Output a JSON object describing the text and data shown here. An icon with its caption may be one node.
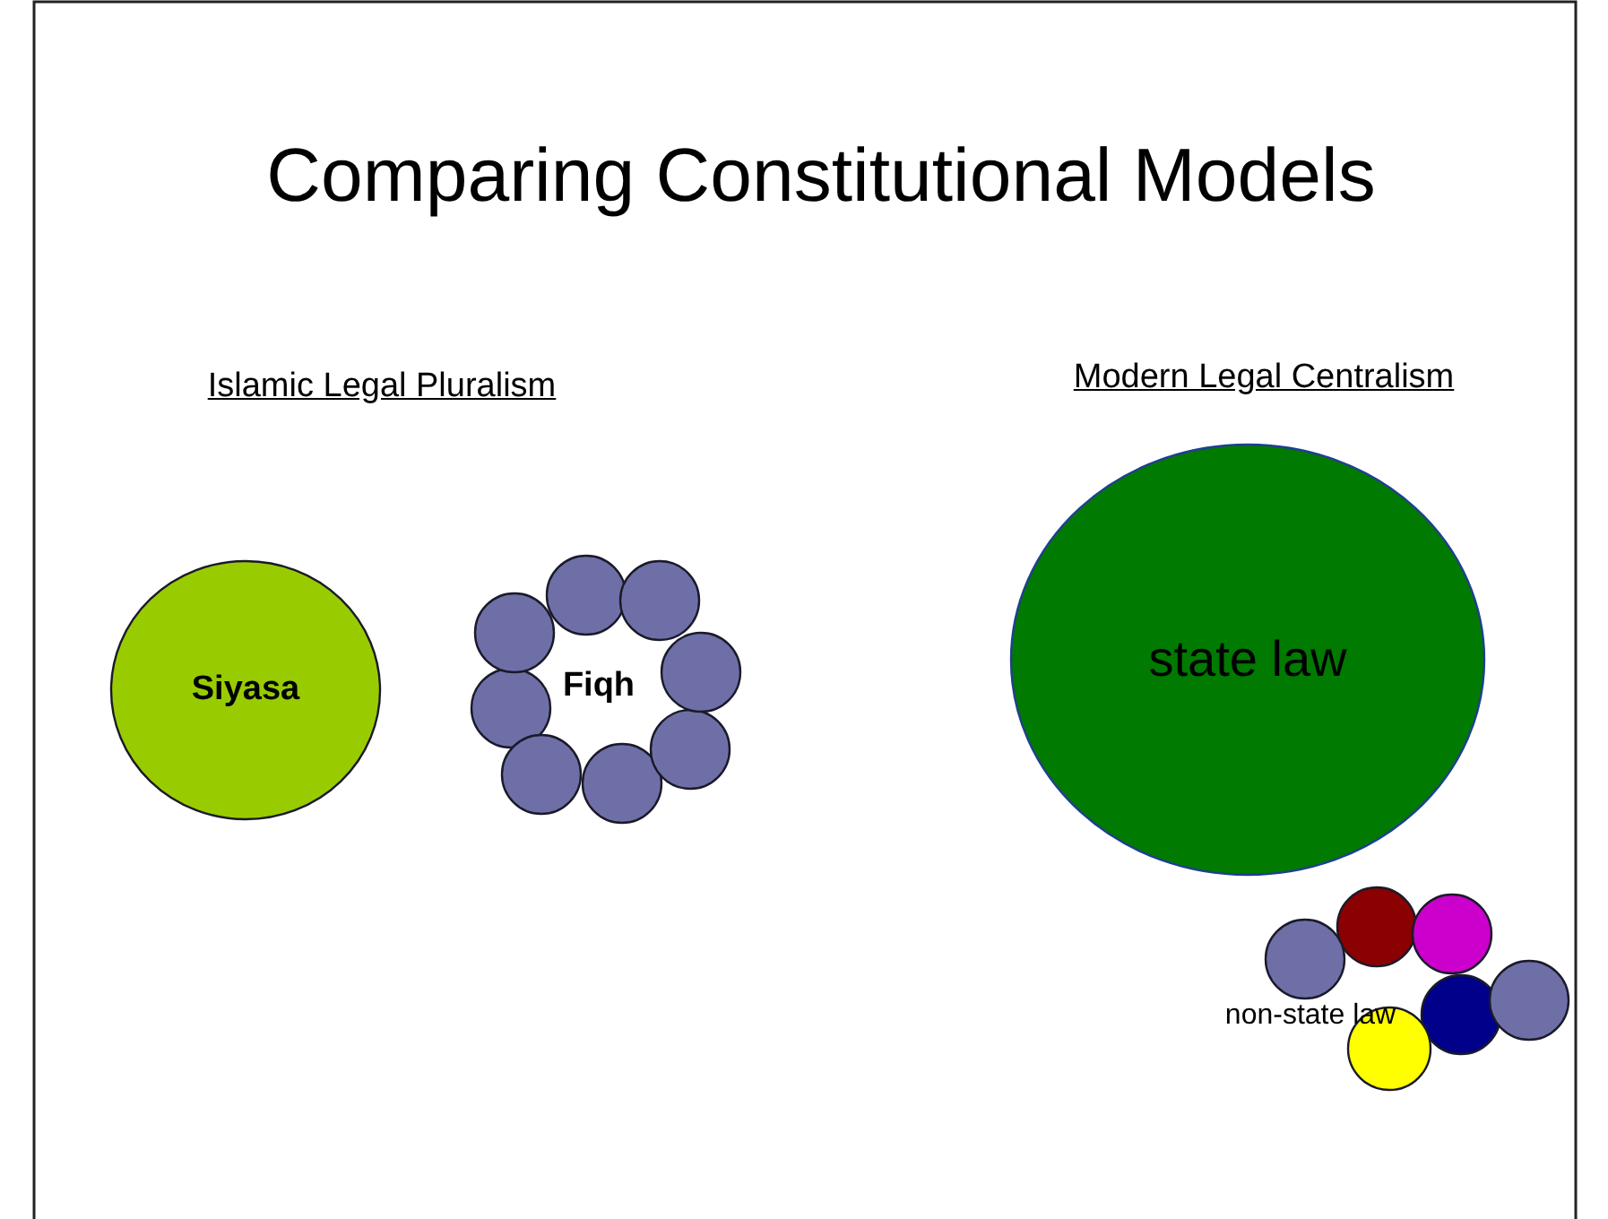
{
  "diagram": {
    "title": "Comparing Constitutional Models",
    "nodes": [
      {
        "text": [
          "Siyasa"
        ]
      },
      {
        "text": [],
        "shape": "circle"
      },
      {
        "text": [],
        "shape": "circle"
      },
      {
        "text": [],
        "shape": "circle"
      },
      {
        "text": [],
        "shape": "circle"
      },
      {
        "text": [],
        "shape": "circle"
      },
      {
        "text": [],
        "shape": "circle"
      },
      {
        "text": [],
        "shape": "circle"
      },
      {
        "text": [],
        "shape": "circle"
      },
      {
        "text": [
          "state law"
        ]
      },
      {
        "text": [],
        "shape": "circle"
      },
      {
        "text": [],
        "shape": "circle"
      },
      {
        "text": [],
        "shape": "circle"
      },
      {
        "text": [],
        "shape": "circle"
      },
      {
        "text": [],
        "shape": "circle"
      },
      {
        "text": [],
        "shape": "circle"
      }
    ],
    "labels": [
      "Islamic Legal Pluralism",
      "Modern Legal Centralism",
      "Fiqh",
      "non-state law"
    ]
  }
}
